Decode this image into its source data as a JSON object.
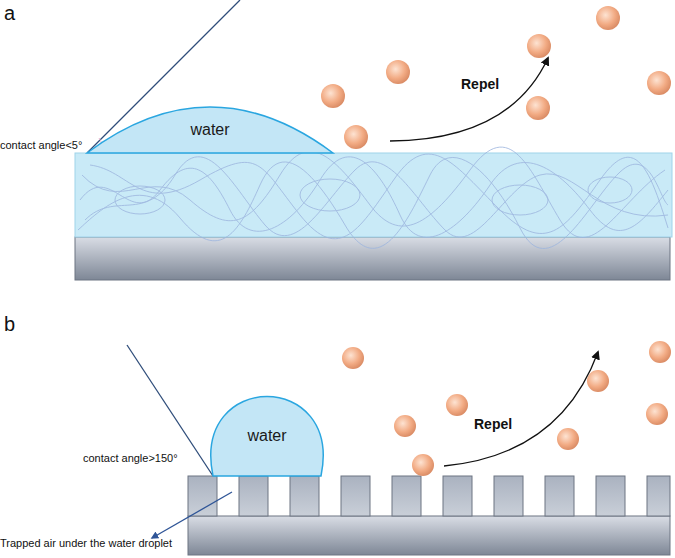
{
  "diagram": {
    "nodes": [
      {
        "text": [
          "water"
        ]
      },
      {
        "text": [
          "water"
        ]
      }
    ],
    "labels": [
      "a",
      "contact angle<5°",
      "Repel",
      "b",
      "contact angle>150°",
      "Repel",
      "Trapped air under the water droplet"
    ]
  }
}
